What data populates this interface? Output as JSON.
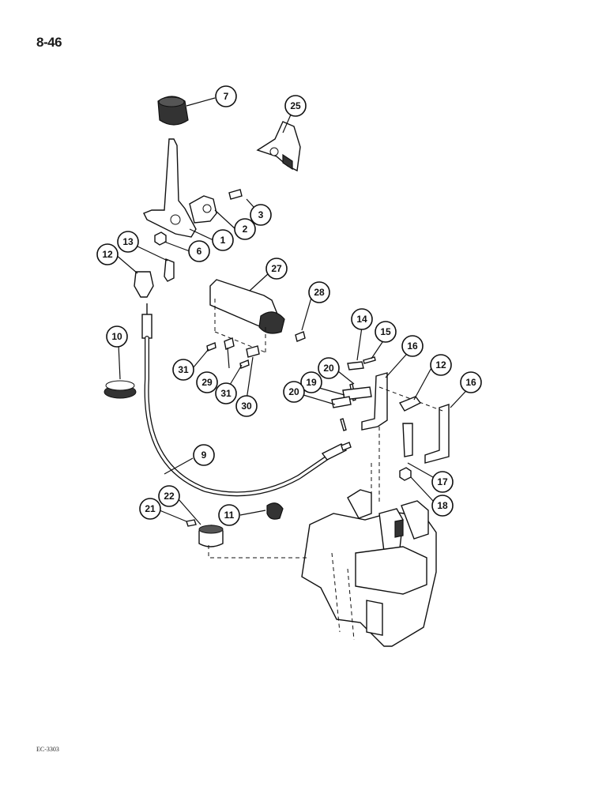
{
  "page": {
    "number": "8-46",
    "figure_code": "EC-3303"
  },
  "callouts": [
    {
      "label": "7"
    },
    {
      "label": "25"
    },
    {
      "label": "3"
    },
    {
      "label": "2"
    },
    {
      "label": "1"
    },
    {
      "label": "6"
    },
    {
      "label": "13"
    },
    {
      "label": "12"
    },
    {
      "label": "27"
    },
    {
      "label": "28"
    },
    {
      "label": "10"
    },
    {
      "label": "14"
    },
    {
      "label": "15"
    },
    {
      "label": "16"
    },
    {
      "label": "20"
    },
    {
      "label": "12"
    },
    {
      "label": "31"
    },
    {
      "label": "29"
    },
    {
      "label": "16"
    },
    {
      "label": "19"
    },
    {
      "label": "31"
    },
    {
      "label": "30"
    },
    {
      "label": "20"
    },
    {
      "label": "9"
    },
    {
      "label": "17"
    },
    {
      "label": "18"
    },
    {
      "label": "22"
    },
    {
      "label": "21"
    },
    {
      "label": "11"
    }
  ]
}
